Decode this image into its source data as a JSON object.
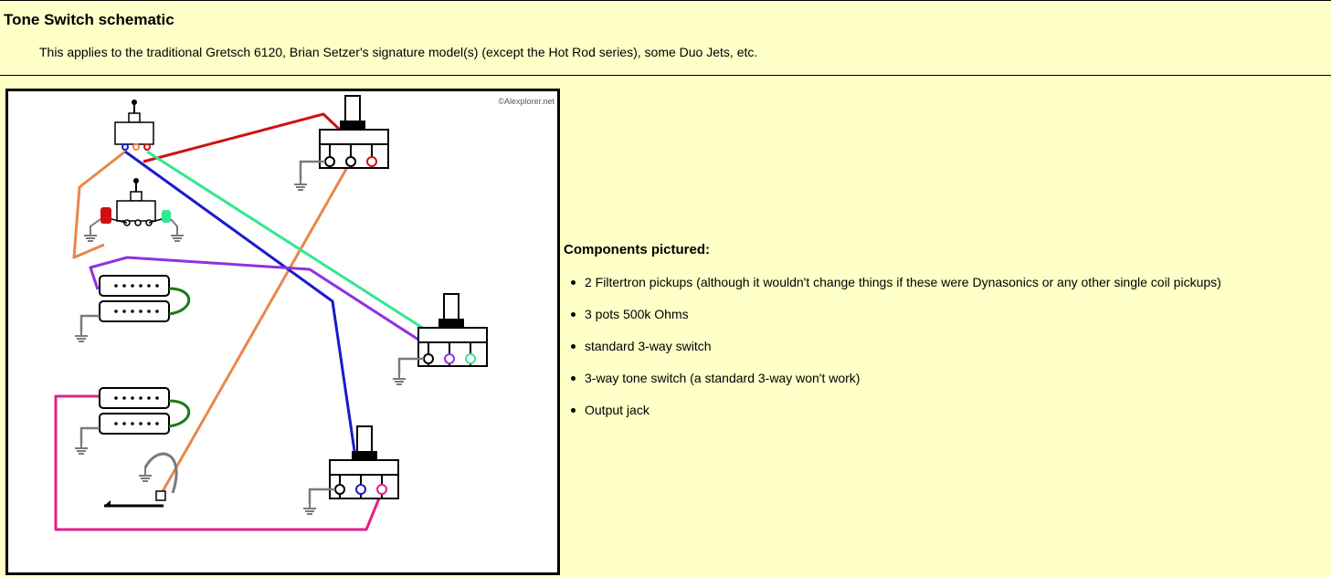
{
  "header": {
    "title": "Tone Switch schematic",
    "intro": "This applies to the traditional Gretsch 6120, Brian Setzer's signature model(s) (except the Hot Rod series), some Duo Jets, etc."
  },
  "diagram": {
    "watermark": "©Alexplorer.net",
    "wire_colors": {
      "red": "#d01010",
      "orange": "#e8884a",
      "blue": "#1a1acc",
      "green": "#30e890",
      "purple": "#9030e0",
      "magenta": "#e0208c",
      "ground": "#7a7a7a",
      "coil_link": "#1a7a1a"
    }
  },
  "components": {
    "heading": "Components pictured:",
    "items": [
      "2 Filtertron pickups (although it wouldn't change things if these were Dynasonics or any other single coil pickups)",
      "3 pots 500k Ohms",
      "standard 3-way switch",
      "3-way tone switch (a standard 3-way won't work)",
      "Output jack"
    ]
  }
}
